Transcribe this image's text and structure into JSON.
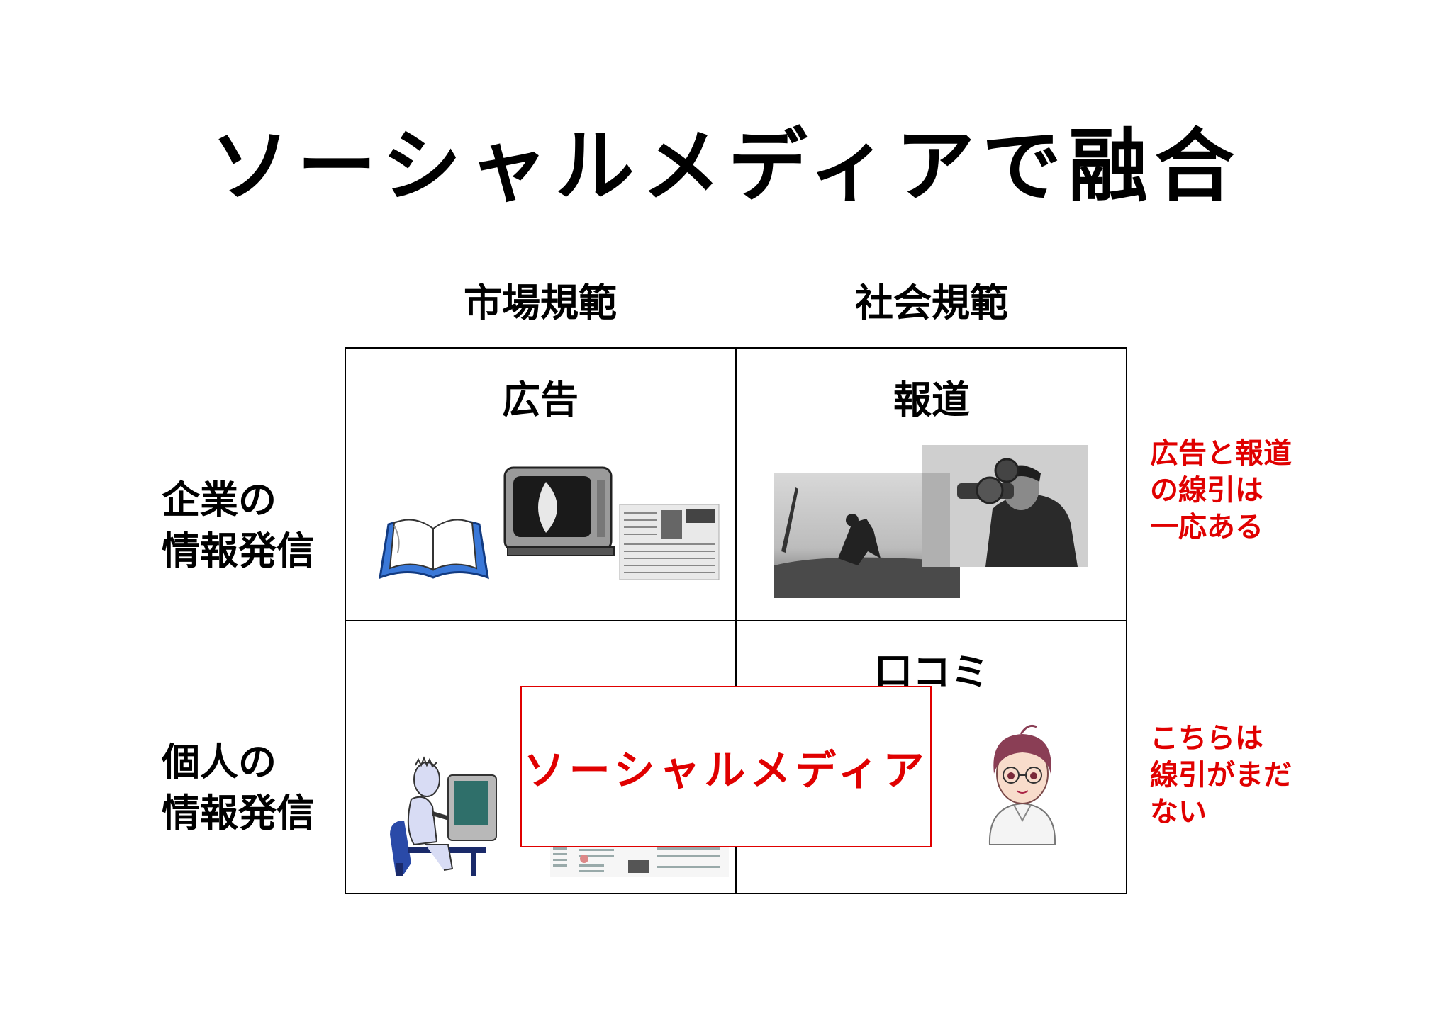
{
  "title": "ソーシャルメディアで融合",
  "columns": [
    "市場規範",
    "社会規範"
  ],
  "rows": [
    "企業の\n情報発信",
    "個人の\n情報発信"
  ],
  "cells": {
    "top_left": "広告",
    "top_right": "報道",
    "bottom_right": "口コミ"
  },
  "overlay_label": "ソーシャルメディア",
  "notes": {
    "top": "広告と報道\nの線引は\n一応ある",
    "bottom": "こちらは\n線引がまだ\nない"
  },
  "colors": {
    "accent": "#e00000",
    "line": "#000000",
    "background": "#ffffff"
  },
  "icons": [
    "open-book-icon",
    "crt-television-icon",
    "newspaper-icon",
    "war-photo-icon",
    "cameraman-photo-icon",
    "computer-user-icon",
    "web-page-screenshot-icon",
    "anime-girl-icon"
  ]
}
